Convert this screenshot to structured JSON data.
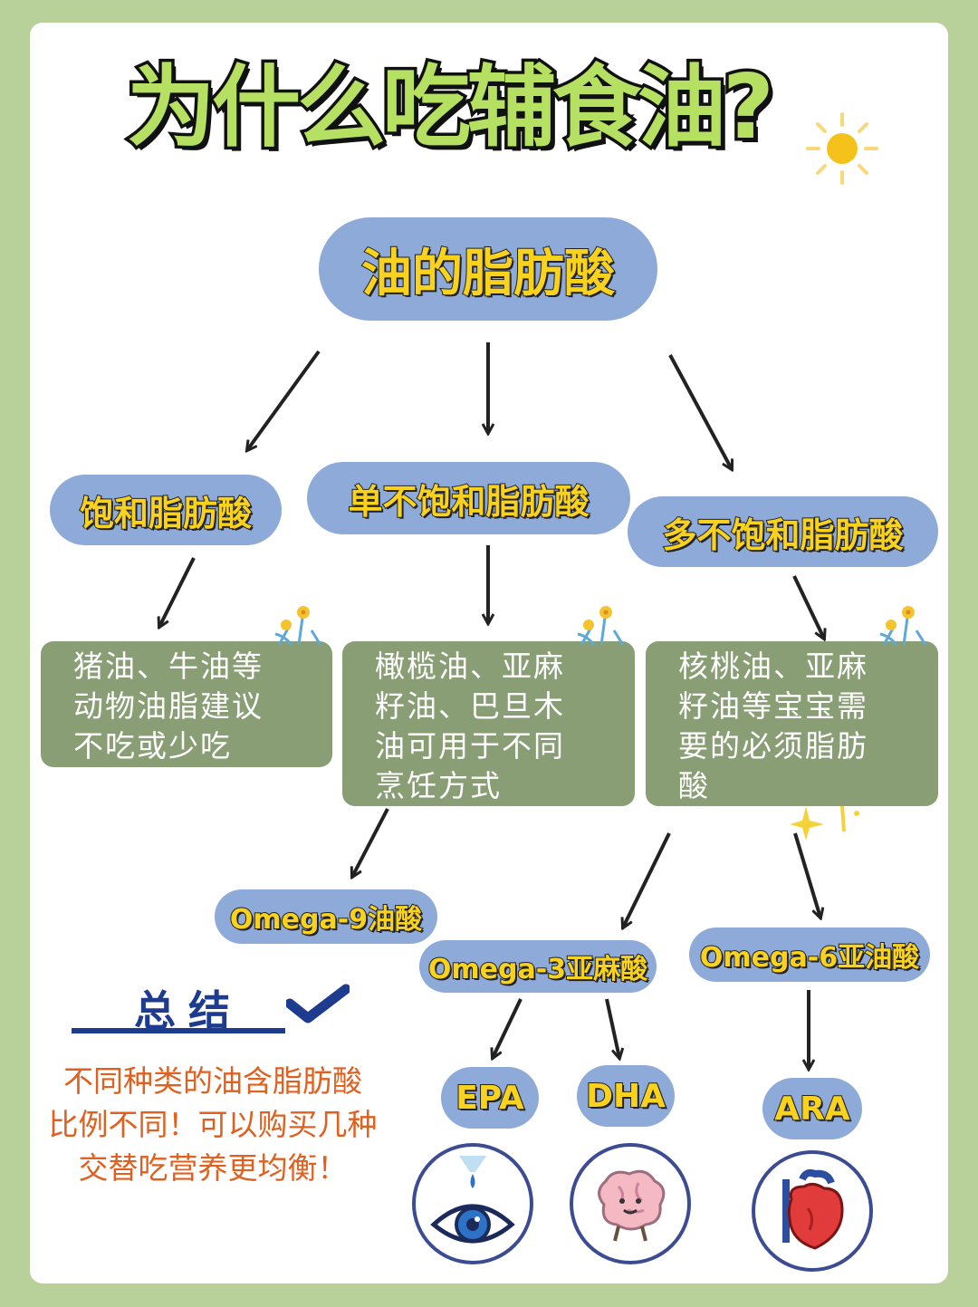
{
  "title": "为什么吃辅食油?",
  "root": "油的脂肪酸",
  "categories": {
    "saturated": "饱和脂肪酸",
    "mono": "单不饱和脂肪酸",
    "poly": "多不饱和脂肪酸"
  },
  "notes": {
    "saturated": "猪油、牛油等动物油脂建议不吃或少吃",
    "mono": "橄榄油、亚麻籽油、巴旦木油可用于不同烹饪方式",
    "poly": "核桃油、亚麻籽油等宝宝需要的必须脂肪酸"
  },
  "notes_lines": {
    "saturated": [
      "猪油、牛油等",
      "动物油脂建议",
      "不吃或少吃"
    ],
    "mono": [
      "橄榄油、亚麻",
      "籽油、巴旦木",
      "油可用于不同",
      "烹饪方式"
    ],
    "poly": [
      "核桃油、亚麻",
      "籽油等宝宝需",
      "要的必须脂肪",
      "酸"
    ]
  },
  "omegas": {
    "omega9": "Omega-9油酸",
    "omega3": "Omega-3亚麻酸",
    "omega6": "Omega-6亚油酸"
  },
  "leaves": {
    "epa": "EPA",
    "dha": "DHA",
    "ara": "ARA"
  },
  "summary": {
    "title": "总结",
    "lines": [
      "不同种类的油含脂肪酸",
      "比例不同！可以购买几种",
      "交替吃营养更均衡！"
    ]
  },
  "icons": [
    "sun-icon",
    "flower-icon",
    "sparkle-icon",
    "checkmark-icon",
    "eye-icon",
    "brain-icon",
    "heart-icon"
  ],
  "colors": {
    "background": "#b8d19a",
    "pill": "#8eaad8",
    "pill_text": "#f8d21c",
    "note_box": "#8a9e76",
    "summary_title": "#1d3c8f",
    "summary_text": "#e0601f"
  }
}
